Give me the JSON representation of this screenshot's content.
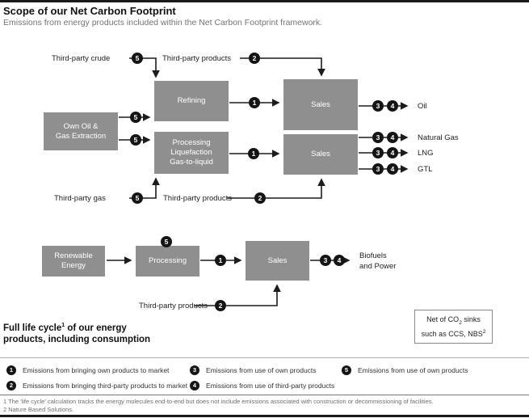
{
  "header": {
    "title": "Scope of our Net Carbon Footprint",
    "subtitle": "Emissions from energy products included within the Net Carbon Footprint framework."
  },
  "boxes": {
    "extraction": {
      "lines": [
        "Own Oil &",
        "Gas Extraction"
      ]
    },
    "refining": {
      "lines": [
        "Refining"
      ]
    },
    "processing_liquefaction": {
      "lines": [
        "Processing",
        "Liquefaction",
        "Gas-to-liquid"
      ]
    },
    "sales_oil": {
      "lines": [
        "Sales"
      ]
    },
    "sales_gas": {
      "lines": [
        "Sales"
      ]
    },
    "renewable": {
      "lines": [
        "Renewable",
        "Energy"
      ]
    },
    "processing_renewables": {
      "lines": [
        "Processing"
      ]
    },
    "sales_renewables": {
      "lines": [
        "Sales"
      ]
    }
  },
  "stream_labels": {
    "third_party_crude": "Third-party crude",
    "third_party_products_top": "Third-party products",
    "third_party_gas": "Third-party gas",
    "third_party_products_mid": "Third-party products",
    "third_party_products_renewables": "Third-party products"
  },
  "outputs": {
    "oil": "Oil",
    "natural_gas": "Natural Gas",
    "lng": "LNG",
    "gtl": "GTL",
    "biofuels_line1": "Biofuels",
    "biofuels_line2": "and Power"
  },
  "badges": {
    "third_party_crude": "5",
    "third_party_products_top": "2",
    "extraction_to_refining": "5",
    "extraction_to_processing": "5",
    "refining_to_sales": "1",
    "processing_to_sales": "1",
    "oil_own": "3",
    "oil_third": "4",
    "gas_own": "3",
    "gas_third": "4",
    "lng_own": "3",
    "lng_third": "4",
    "gtl_own": "3",
    "gtl_third": "4",
    "third_party_gas": "5",
    "third_party_products_mid": "2",
    "processing_renewables_ops": "5",
    "processing_renewables_to_sales": "1",
    "biofuels_own": "3",
    "biofuels_third": "4",
    "third_party_products_renewables": "2"
  },
  "note_box": {
    "co2_prefix": "Net of CO",
    "co2_sub": "2",
    "co2_suffix": " sinks",
    "line2_text": "such as CCS, NBS",
    "line2_sup": "2"
  },
  "lifecycle_heading": {
    "line1_prefix": "Full life cycle",
    "sup": "1",
    "line1_suffix": " of our energy",
    "line2": "products, including consumption"
  },
  "legend": {
    "items": [
      {
        "num": "1",
        "text": "Emissions from bringing own products to market"
      },
      {
        "num": "2",
        "text": "Emissions from bringing third-party products to market"
      },
      {
        "num": "3",
        "text": "Emissions from use of own products"
      },
      {
        "num": "4",
        "text": "Emissions from use of third-party products"
      },
      {
        "num": "5",
        "text": "Emissions from use of own products"
      }
    ]
  },
  "footnotes": [
    "1 The 'life cycle' calculation tracks the energy molecules end-to-end but does not include emissions associated with construction or decommissioning of facilities.",
    "2 Nature Based Solutions."
  ],
  "colors": {
    "box_gray": "#8f8f8f",
    "line_black": "#1c1c1c"
  }
}
